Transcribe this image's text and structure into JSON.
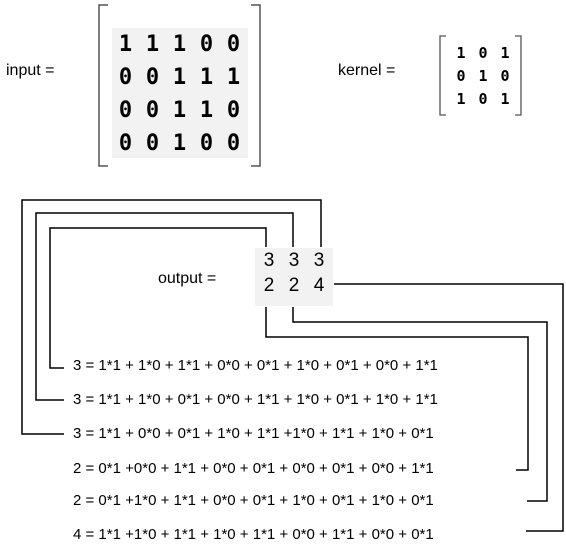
{
  "labels": {
    "input": "input =",
    "kernel": "kernel =",
    "output": "output ="
  },
  "input_matrix": [
    [
      "1",
      "1",
      "1",
      "0",
      "0"
    ],
    [
      "0",
      "0",
      "1",
      "1",
      "1"
    ],
    [
      "0",
      "0",
      "1",
      "1",
      "0"
    ],
    [
      "0",
      "0",
      "1",
      "0",
      "0"
    ]
  ],
  "kernel_matrix": [
    [
      "1",
      "0",
      "1"
    ],
    [
      "0",
      "1",
      "0"
    ],
    [
      "1",
      "0",
      "1"
    ]
  ],
  "output_matrix": [
    [
      "3",
      "3",
      "3"
    ],
    [
      "2",
      "2",
      "4"
    ]
  ],
  "equations": [
    "3 = 1*1 + 1*0 + 1*1 + 0*0 + 0*1 + 1*0 + 0*1 + 0*0 + 1*1",
    "3 = 1*1 + 1*0 + 0*1 + 0*0 + 1*1 + 1*0 + 0*1 + 1*0 + 1*1",
    "3 = 1*1 + 0*0 + 0*1 + 1*0 + 1*1 +1*0 + 1*1 + 1*0 + 0*1",
    "2 = 0*1 +0*0 + 1*1 + 0*0 + 0*1 + 0*0 + 0*1 + 0*0 + 1*1",
    "2 = 0*1 +1*0 + 1*1 + 0*0 + 0*1 + 1*0 + 0*1 + 1*0 + 0*1",
    "4 = 1*1 +1*0 + 1*1 + 1*0 + 1*1 + 0*0 + 1*1 + 0*0 + 0*1"
  ]
}
